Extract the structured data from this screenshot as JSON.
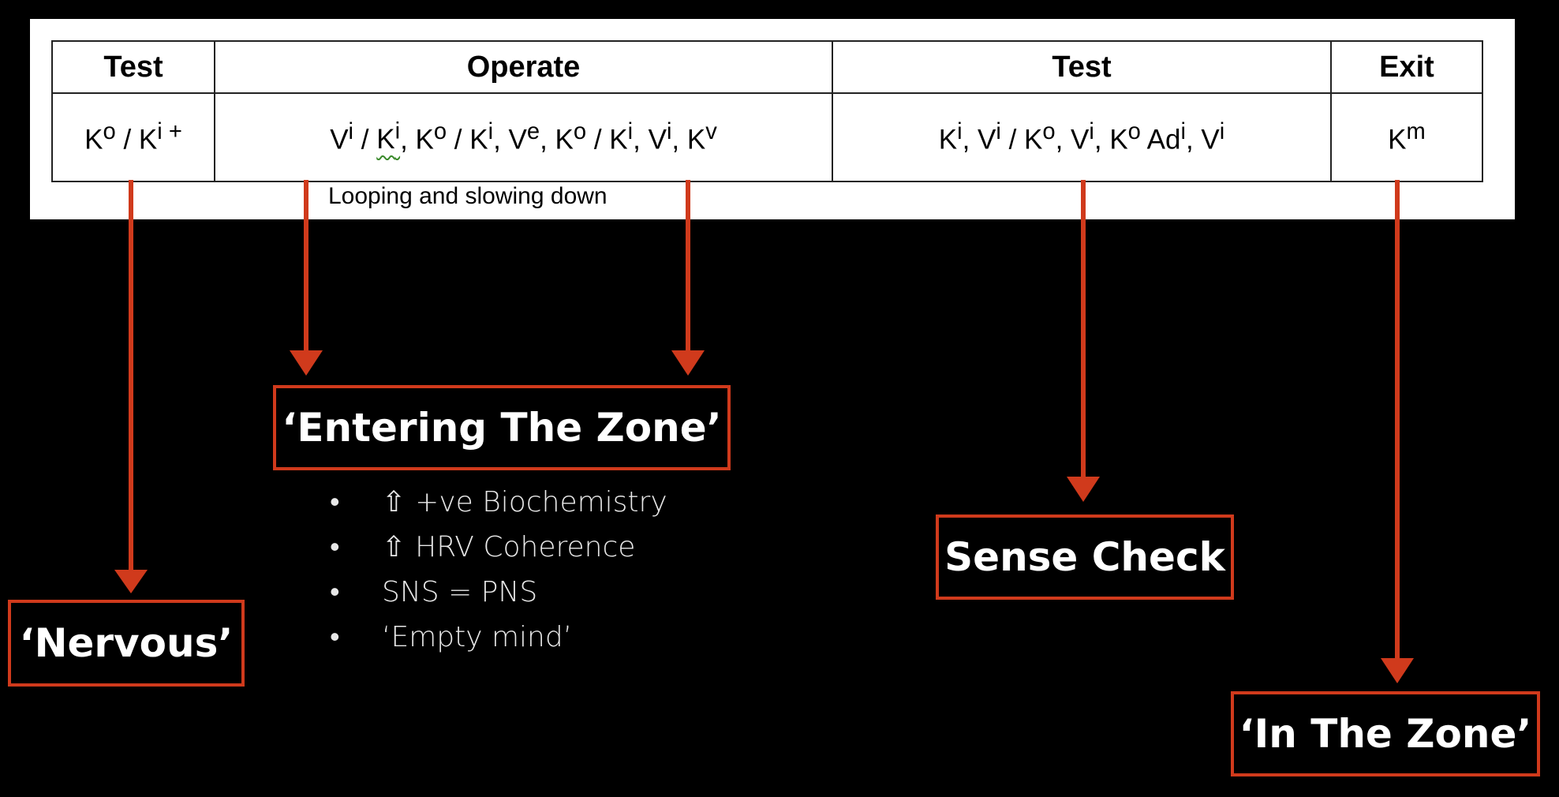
{
  "table": {
    "headers": [
      "Test",
      "Operate",
      "Test",
      "Exit"
    ],
    "cells": {
      "c1": {
        "a": "K",
        "a_sup": "o",
        "b": " / K",
        "b_sup": "i +"
      },
      "c2": {
        "p1": "V",
        "p1_sup": "i",
        "p2": " / ",
        "p3": "K",
        "p3_sup": "i",
        "p4": ", K",
        "p4_sup": "o",
        "p5": " / K",
        "p5_sup": "i",
        "p6": ", V",
        "p6_sup": "e",
        "p7": ", K",
        "p7_sup": "o",
        "p8": " / K",
        "p8_sup": "i",
        "p9": ", V",
        "p9_sup": "i",
        "p10": ", K",
        "p10_sup": "v"
      },
      "c3": {
        "p1": "K",
        "p1_sup": "i",
        "p2": ", V",
        "p2_sup": "i",
        "p3": " / K",
        "p3_sup": "o",
        "p4": ", V",
        "p4_sup": "i",
        "p5": ", K",
        "p5_sup": "o",
        "p6": " Ad",
        "p6_sup": "i",
        "p7": ", V",
        "p7_sup": "i"
      },
      "c4": {
        "a": "K",
        "a_sup": "m"
      }
    }
  },
  "loop_note": "Looping and slowing down",
  "boxes": {
    "nervous": "‘Nervous’",
    "entering": "‘Entering The Zone’",
    "sense": "Sense Check",
    "inzone": "‘In The Zone’"
  },
  "bullets": {
    "up_glyph": "⇧",
    "items": [
      "+ve Biochemistry",
      "HRV Coherence",
      "SNS = PNS",
      "‘Empty mind’"
    ]
  },
  "colors": {
    "accent": "#d03a1c",
    "background": "#000000",
    "panel": "#ffffff"
  }
}
